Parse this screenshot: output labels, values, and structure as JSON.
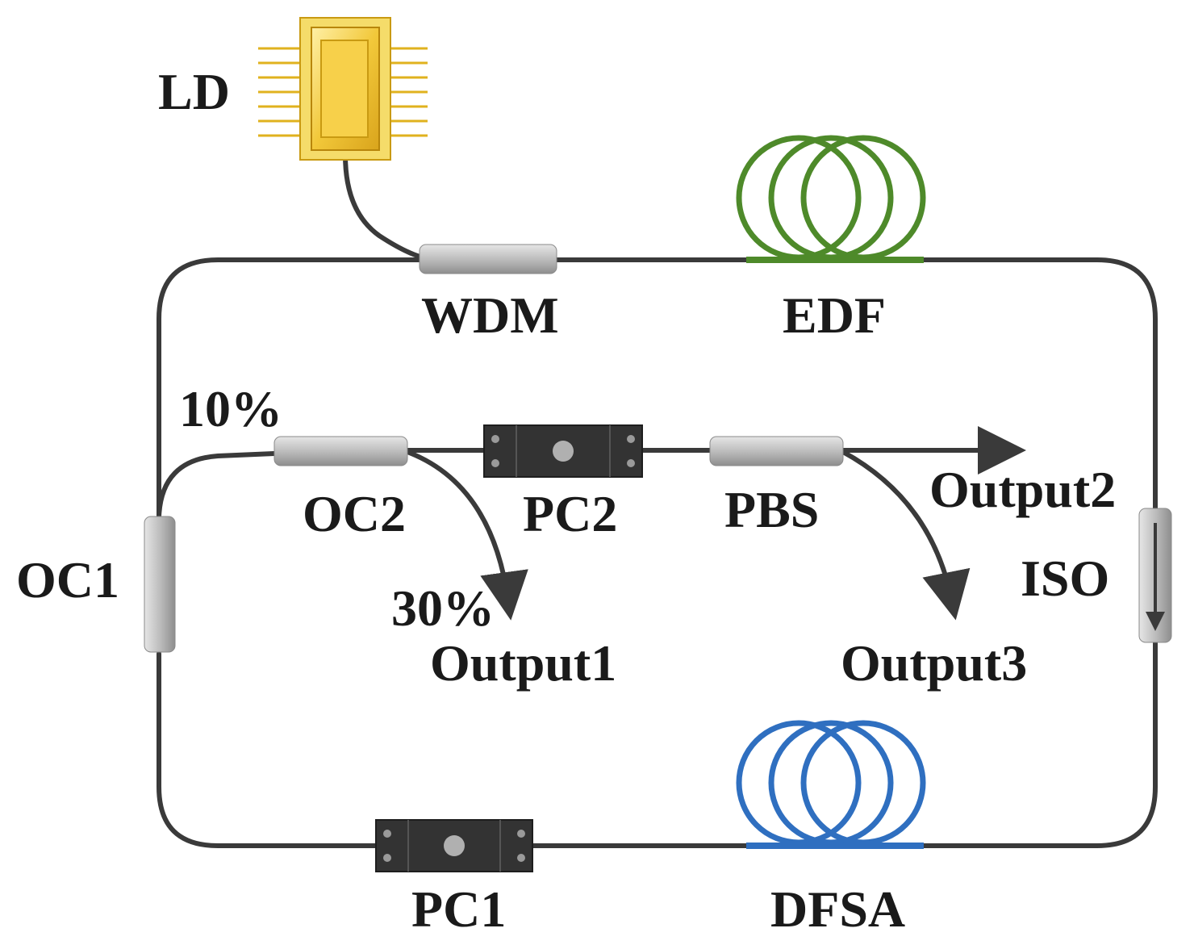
{
  "labels": {
    "ld": "LD",
    "wdm": "WDM",
    "edf": "EDF",
    "ten_percent": "10%",
    "oc2": "OC2",
    "pc2": "PC2",
    "pbs": "PBS",
    "output2": "Output2",
    "oc1": "OC1",
    "iso": "ISO",
    "thirty_percent": "30%",
    "output1": "Output1",
    "output3": "Output3",
    "pc1": "PC1",
    "dfsa": "DFSA"
  },
  "colors": {
    "fiber": "#3a3a3a",
    "edf_coil": "#4e8a2a",
    "dfsa_coil": "#2f6fc0",
    "ld_package": "#f2c83a",
    "coupler": "#b8b8b8",
    "controller": "#333333"
  }
}
